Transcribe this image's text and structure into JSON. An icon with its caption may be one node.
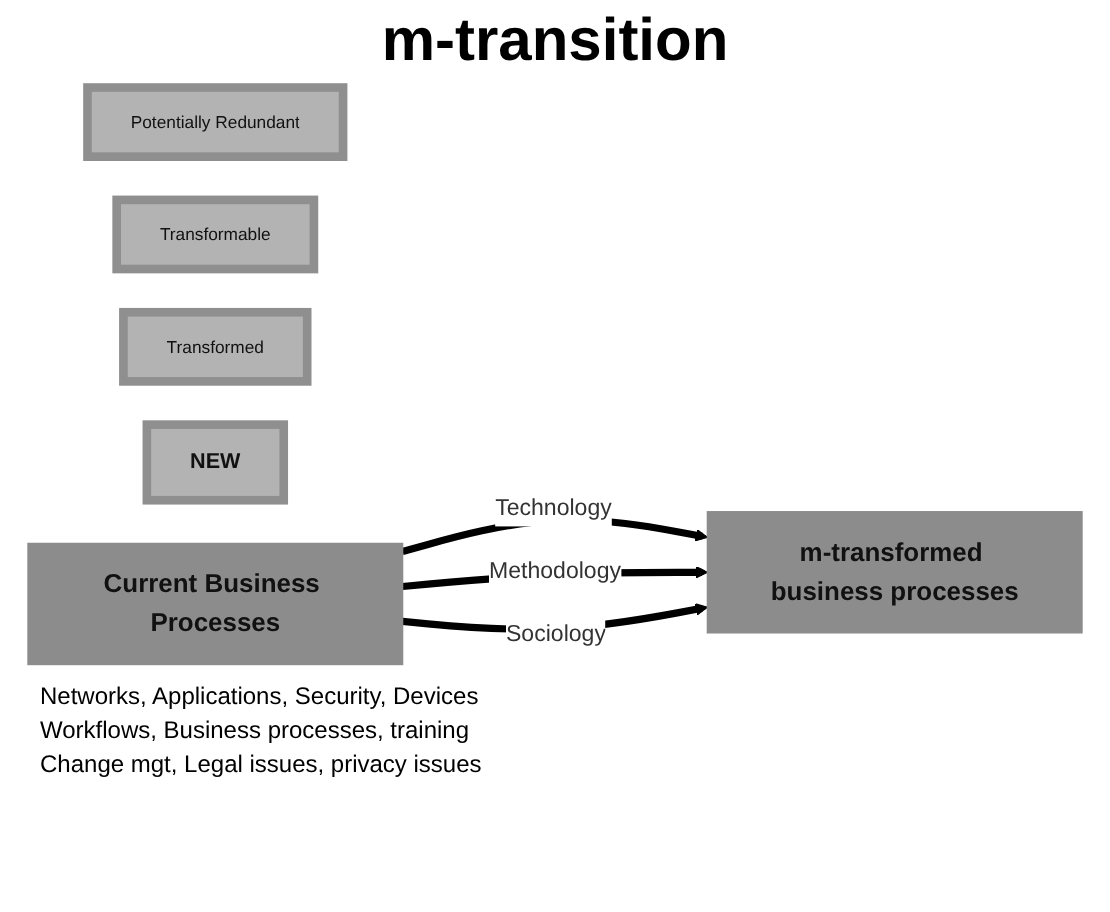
{
  "diagram": {
    "title": "m-transition",
    "nodes": [
      {
        "text": [
          "Potentially Redundant"
        ]
      },
      {
        "text": [
          "Transformable"
        ]
      },
      {
        "text": [
          "Transformed"
        ]
      },
      {
        "text": [
          "NEW"
        ]
      },
      {
        "text": [
          "Current Business Processes"
        ]
      },
      {
        "text": [
          "m-transformed business processes"
        ]
      }
    ],
    "edges": [
      {
        "from": 4,
        "to": 5,
        "arrow": "to",
        "label": "Technology"
      },
      {
        "from": 4,
        "to": 5,
        "arrow": "to",
        "label": "Methodology"
      },
      {
        "from": 4,
        "to": 5,
        "arrow": "to",
        "label": "Sociology"
      }
    ],
    "labels": [
      "Networks, Applications, Security, Devices",
      "Workflows, Business processes, training",
      "Change mgt, Legal issues, privacy issues"
    ]
  }
}
